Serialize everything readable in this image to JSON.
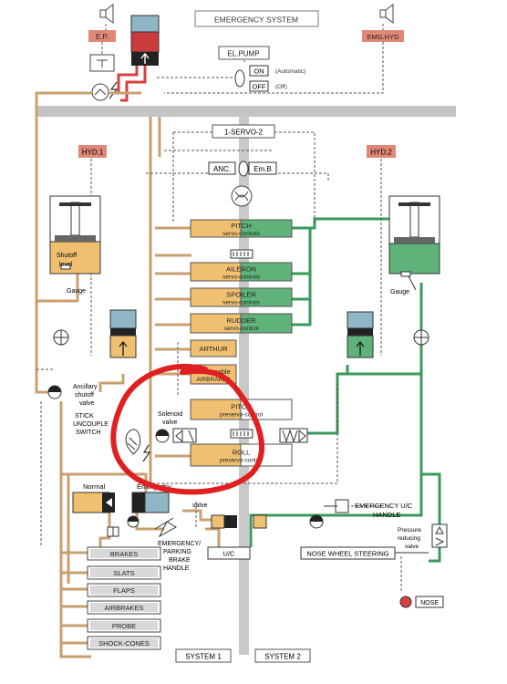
{
  "title": "EMERGENCY SYSTEM",
  "labels": {
    "ep": "E.P.",
    "emg_hyd": "EMG.HYD",
    "el_pump": "EL.PUMP",
    "on": "ON",
    "off": "OFF",
    "automatic": "(Automatic)",
    "off_note": "(Off)",
    "servo_switch": "1-SERVO-2",
    "anc": "ANC.",
    "emb": "Em.B",
    "hyd1": "HYD.1",
    "hyd2": "HYD.2",
    "shutoff": "Shutoff",
    "level": "level",
    "gauge": "Gauge",
    "ancillary1": "Ancillary",
    "ancillary2": "shutoff",
    "ancillary3": "valve",
    "stick1": "STICK",
    "stick2": "UNCOUPLE",
    "stick3": "SWITCH",
    "solenoid1": "Solenoid",
    "solenoid2": "valve",
    "normal": "Normal",
    "emergency": "Emergency",
    "valve": "valve",
    "parking1": "EMERGENCY/",
    "parking2": "PARKING",
    "parking3": "BRAKE",
    "parking4": "HANDLE",
    "emg_uc1": "EMERGENCY U/C",
    "emg_uc2": "HANDLE",
    "pressure1": "Pressure",
    "pressure2": "reducing",
    "pressure3": "valve",
    "nose_wheel": "NOSE WHEEL STEERING",
    "nose": "NOSE",
    "uc": "U/C",
    "system1": "SYSTEM 1",
    "system2": "SYSTEM 2"
  },
  "servos": [
    {
      "name": "PITCH",
      "sub": "servo-controls"
    },
    {
      "name": "AILERON",
      "sub": "servo-controls"
    },
    {
      "name": "SPOILER",
      "sub": "servo-controls"
    },
    {
      "name": "RUDDER",
      "sub": "servo-control"
    },
    {
      "name": "ARTHUR",
      "sub": ""
    },
    {
      "name": "Releasable",
      "sub": "AIRBRAKES"
    },
    {
      "name": "PITCH",
      "sub": "preservo-control"
    },
    {
      "name": "ROLL",
      "sub": "preservo-control"
    }
  ],
  "left_boxes": [
    "BRAKES",
    "SLATS",
    "FLAPS",
    "AIRBRAKES",
    "PROBE",
    "SHOCK-CONES"
  ],
  "colors": {
    "system1": "#c8a878",
    "system1_fill": "#f0c878",
    "system2": "#3a9a5a",
    "system2_fill": "#5fb27a",
    "emergency": "#d64040",
    "label_red": "#e08878",
    "annotation": "#e02020",
    "divider": "#bcbcbc"
  }
}
